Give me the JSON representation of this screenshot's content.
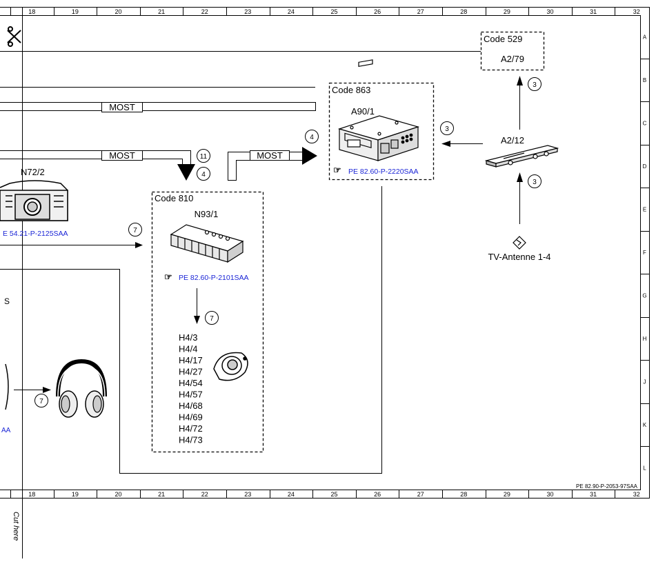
{
  "grid": {
    "columns": [
      "18",
      "19",
      "20",
      "21",
      "22",
      "23",
      "24",
      "25",
      "26",
      "27",
      "28",
      "29",
      "30",
      "31",
      "32"
    ],
    "rows": [
      "A",
      "B",
      "C",
      "D",
      "E",
      "F",
      "G",
      "H",
      "J",
      "K",
      "L"
    ]
  },
  "labels": {
    "most_1": "MOST",
    "most_2": "MOST",
    "most_3": "MOST",
    "n72": "N72/2",
    "n72_ref": "E 54.21-P-2125SAA",
    "code810": "Code 810",
    "n93": "N93/1",
    "n93_ref": "PE 82.60-P-2101SAA",
    "code863": "Code 863",
    "a90": "A90/1",
    "a90_ref": "PE 82.60-P-2220SAA",
    "code529": "Code 529",
    "a279": "A2/79",
    "a212": "A2/12",
    "tv_antenne": "TV-Antenne 1-4",
    "left_partial_s": "S",
    "left_partial_aa": "AA",
    "footer_ref": "PE 82.90-P-2053-97SAA",
    "cut_here": "Cut here"
  },
  "badges": {
    "b11": "11",
    "b4a": "4",
    "b4b": "4",
    "b7a": "7",
    "b7b": "7",
    "b7c": "7",
    "b3a": "3",
    "b3b": "3",
    "b3c": "3"
  },
  "speaker_list": [
    "H4/3",
    "H4/4",
    "H4/17",
    "H4/27",
    "H4/54",
    "H4/57",
    "H4/68",
    "H4/69",
    "H4/72",
    "H4/73"
  ],
  "colors": {
    "line": "#000000",
    "reference_text": "#1a24d6"
  }
}
